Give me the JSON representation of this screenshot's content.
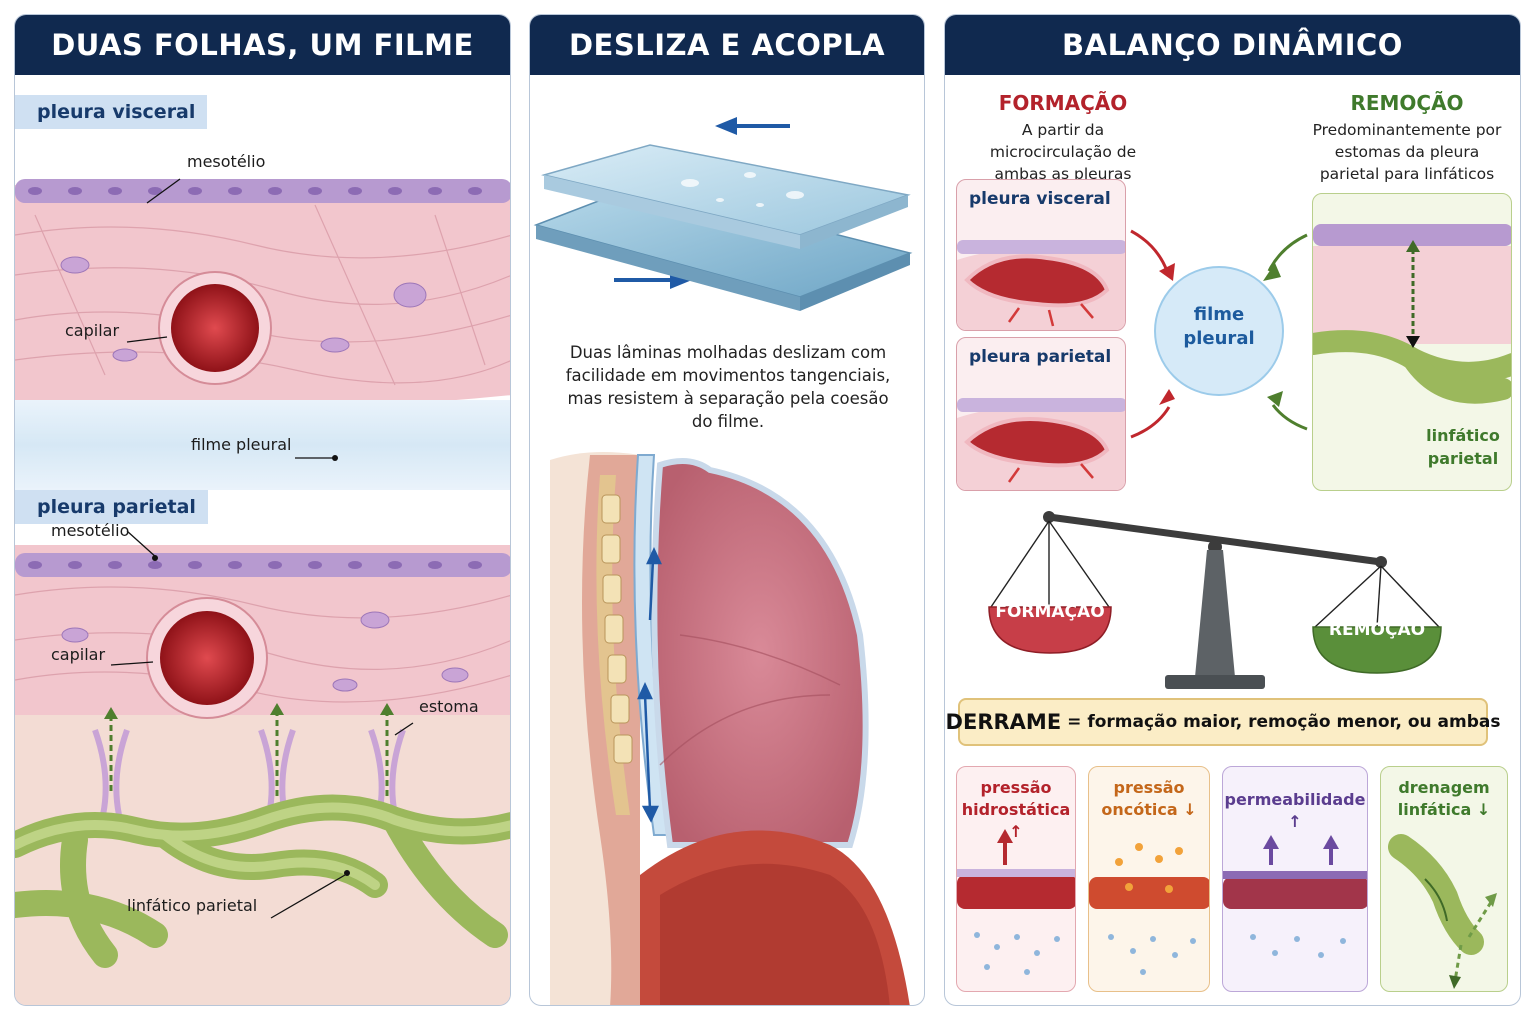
{
  "panels": {
    "left": {
      "title": "DUAS FOLHAS, UM FILME",
      "visceral_tag": "pleura visceral",
      "parietal_tag": "pleura parietal",
      "mesotelio_top": "mesotélio",
      "capilar_top": "capilar",
      "filme": "filme pleural",
      "mesotelio_bottom": "mesotélio",
      "capilar_bottom": "capilar",
      "estoma": "estoma",
      "linfatico": "linfático parietal"
    },
    "middle": {
      "title": "DESLIZA E ACOPLA",
      "description": "Duas lâminas molhadas deslizam com facilidade em movimentos tangenciais, mas resistem à separação pela coesão do filme."
    },
    "right": {
      "title": "BALANÇO DINÂMICO",
      "formacao_head": "FORMAÇÃO",
      "formacao_desc": "A partir da microcirculação de ambas as pleuras",
      "remocao_head": "REMOÇÃO",
      "remocao_desc": "Predominantemente por estomas da pleura parietal para linfáticos",
      "card_visceral": "pleura visceral",
      "card_parietal": "pleura parietal",
      "filme_circle": "filme pleural",
      "linfatico_label": "linfático parietal",
      "pan_left": "FORMAÇÃO",
      "pan_right": "REMOÇÃO",
      "derrame_key": "DERRAME",
      "derrame_text": "= formação maior, remoção menor, ou ambas",
      "factors": [
        {
          "label": "pressão hidrostática",
          "arrow": "↑",
          "color": "#b3222b"
        },
        {
          "label": "pressão oncótica",
          "arrow": "↓",
          "color": "#c4671a"
        },
        {
          "label": "permeabilidade",
          "arrow": "↑",
          "color": "#5b3d8f"
        },
        {
          "label": "drenagem linfática",
          "arrow": "↓",
          "color": "#3f7a2c"
        }
      ]
    }
  },
  "colors": {
    "header": "#10294f",
    "tissue": "#f1c4cc",
    "mesothelium": "#b79ad0",
    "capillary": "#c0272d",
    "lymph": "#a9c26a",
    "film": "#dcecf7"
  }
}
